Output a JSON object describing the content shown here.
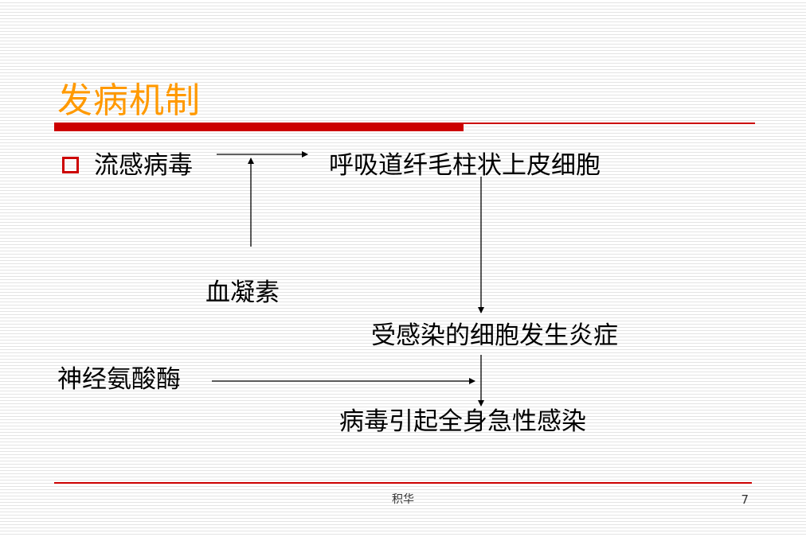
{
  "slide": {
    "title": "发病机制",
    "nodes": {
      "virus": "流感病毒",
      "epithelium": "呼吸道纤毛柱状上皮细胞",
      "hemagglutinin": "血凝素",
      "inflammation": "受感染的细胞发生炎症",
      "neuraminidase": "神经氨酸酶",
      "systemic": "病毒引起全身急性感染"
    },
    "footer": {
      "center_text": "积华",
      "page_number": "7"
    }
  },
  "colors": {
    "title": "#ff9900",
    "accent": "#cc0000",
    "text": "#000000"
  },
  "icons": {
    "bullet": "hollow-square-icon",
    "arrow": "arrow-icon"
  }
}
